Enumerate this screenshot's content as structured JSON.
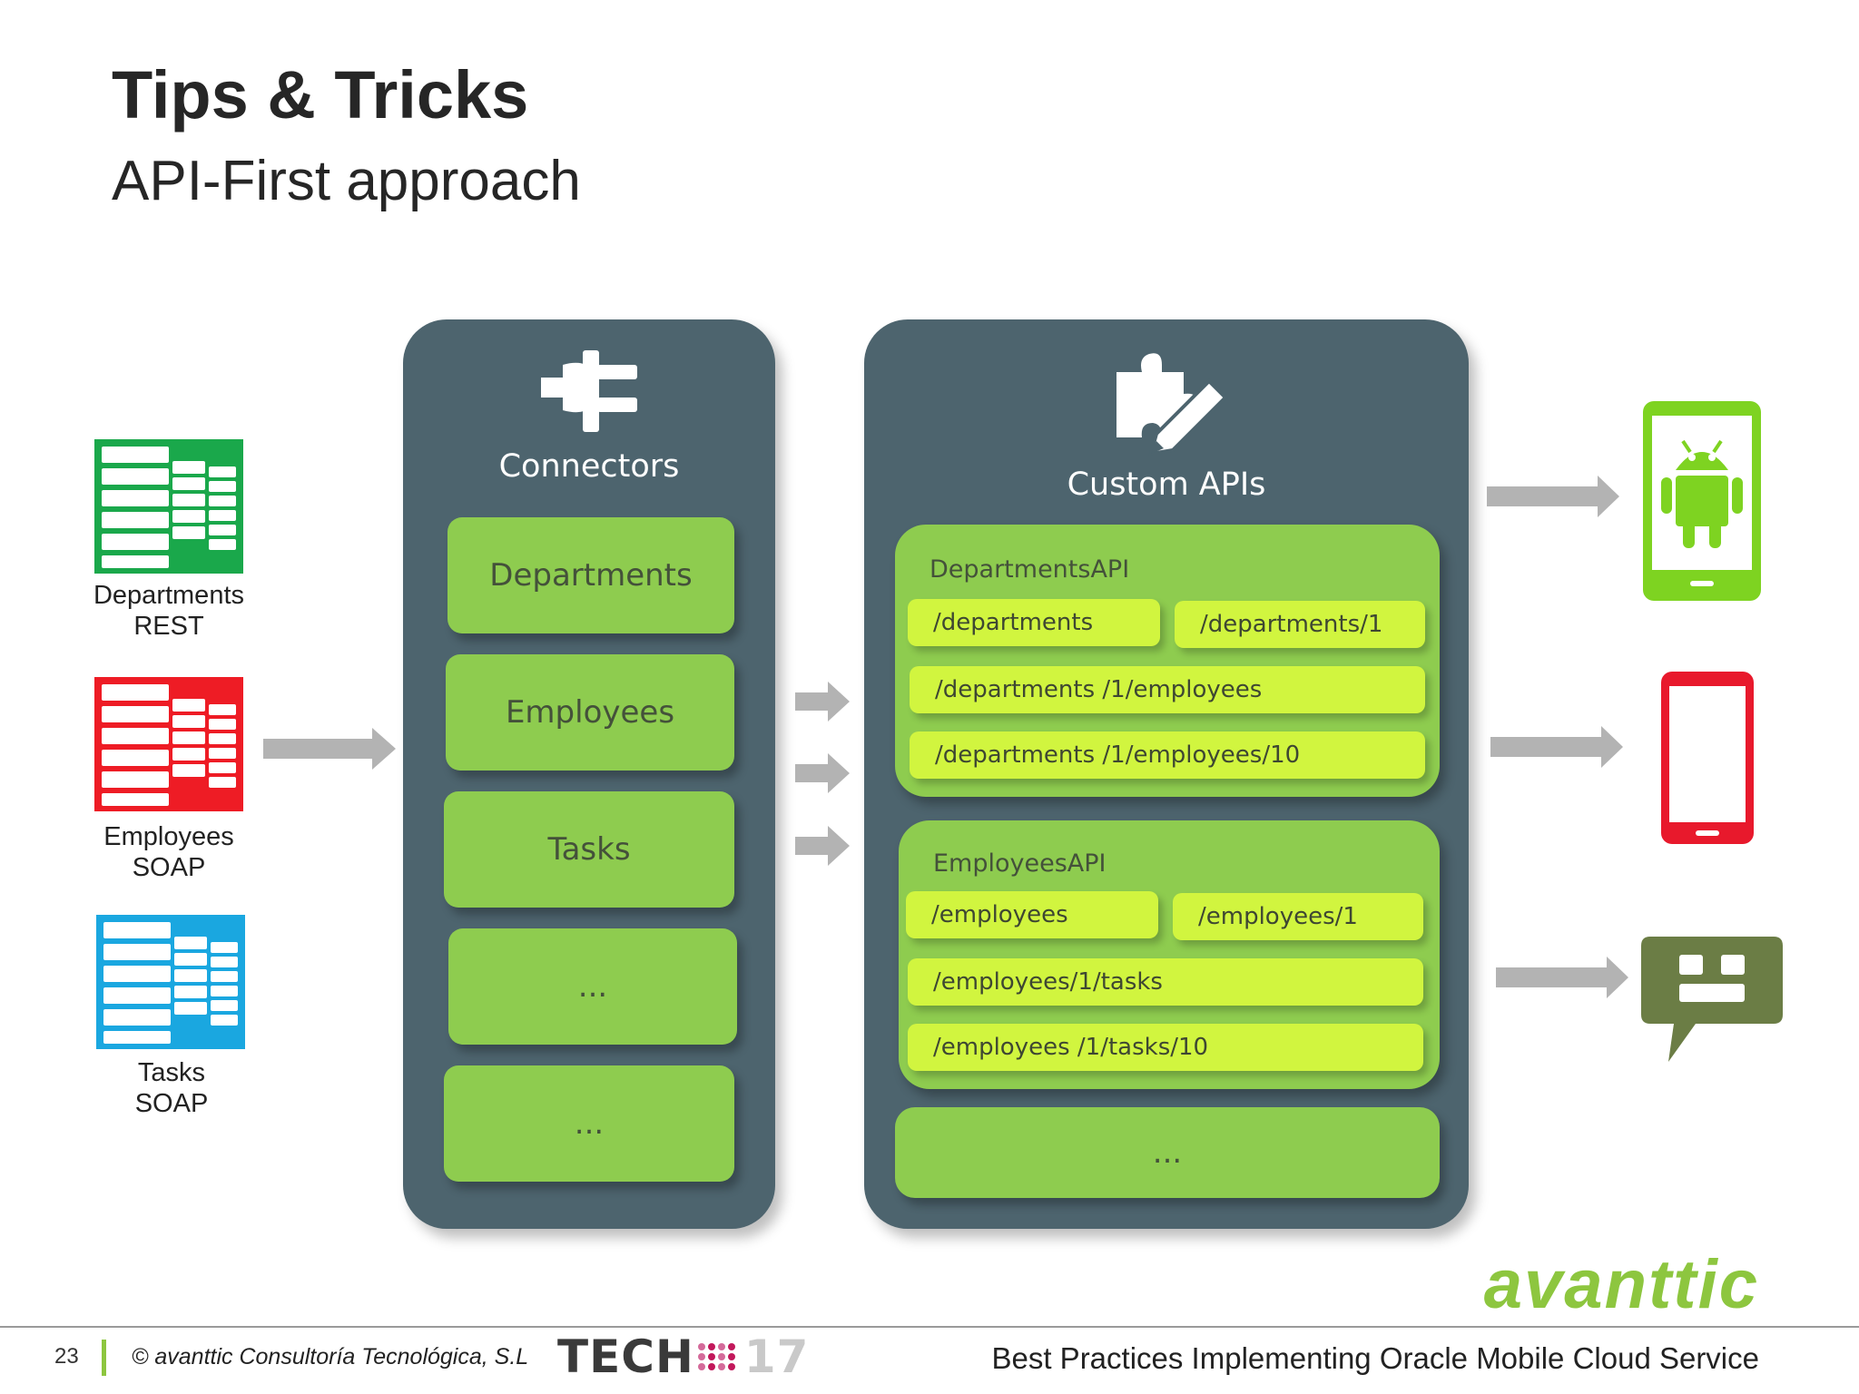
{
  "header": {
    "title": "Tips & Tricks",
    "subtitle": "API-First approach"
  },
  "sources": [
    {
      "name": "Departments",
      "type": "REST",
      "color": "#1aa84b"
    },
    {
      "name": "Employees",
      "type": "SOAP",
      "color": "#ee1c25"
    },
    {
      "name": "Tasks",
      "type": "SOAP",
      "color": "#1aa7e0"
    }
  ],
  "connectors": {
    "title": "Connectors",
    "icon": "plug-icon",
    "items": [
      "Departments",
      "Employees",
      "Tasks",
      "...",
      "..."
    ]
  },
  "custom_apis": {
    "title": "Custom APIs",
    "icon": "puzzle-pencil-icon",
    "groups": [
      {
        "name": "DepartmentsAPI",
        "row1": [
          "/departments",
          "/departments/1"
        ],
        "rows": [
          "/departments /1/employees",
          "/departments /1/employees/10"
        ]
      },
      {
        "name": "EmployeesAPI",
        "row1": [
          "/employees",
          "/employees/1"
        ],
        "rows": [
          "/employees/1/tasks",
          "/employees /1/tasks/10"
        ]
      }
    ],
    "more": "..."
  },
  "clients": [
    {
      "name": "android-phone-icon",
      "color": "#7ed321"
    },
    {
      "name": "mobile-phone-icon",
      "color": "#e8192c"
    },
    {
      "name": "chatbot-icon",
      "color": "#6b7d45"
    }
  ],
  "footer": {
    "page_number": "23",
    "copyright": "© avanttic Consultoría Tecnológica, S.L",
    "event_logo_text": "TECH",
    "event_logo_year": "17",
    "title": "Best Practices Implementing Oracle Mobile Cloud Service",
    "brand": "avanttic"
  },
  "colors": {
    "panel": "#4d646e",
    "tile_green": "#8ecc4f",
    "endpoint_lime": "#d1f53f",
    "arrow_gray": "#b3b3b3",
    "brand_green": "#8dc63f"
  }
}
